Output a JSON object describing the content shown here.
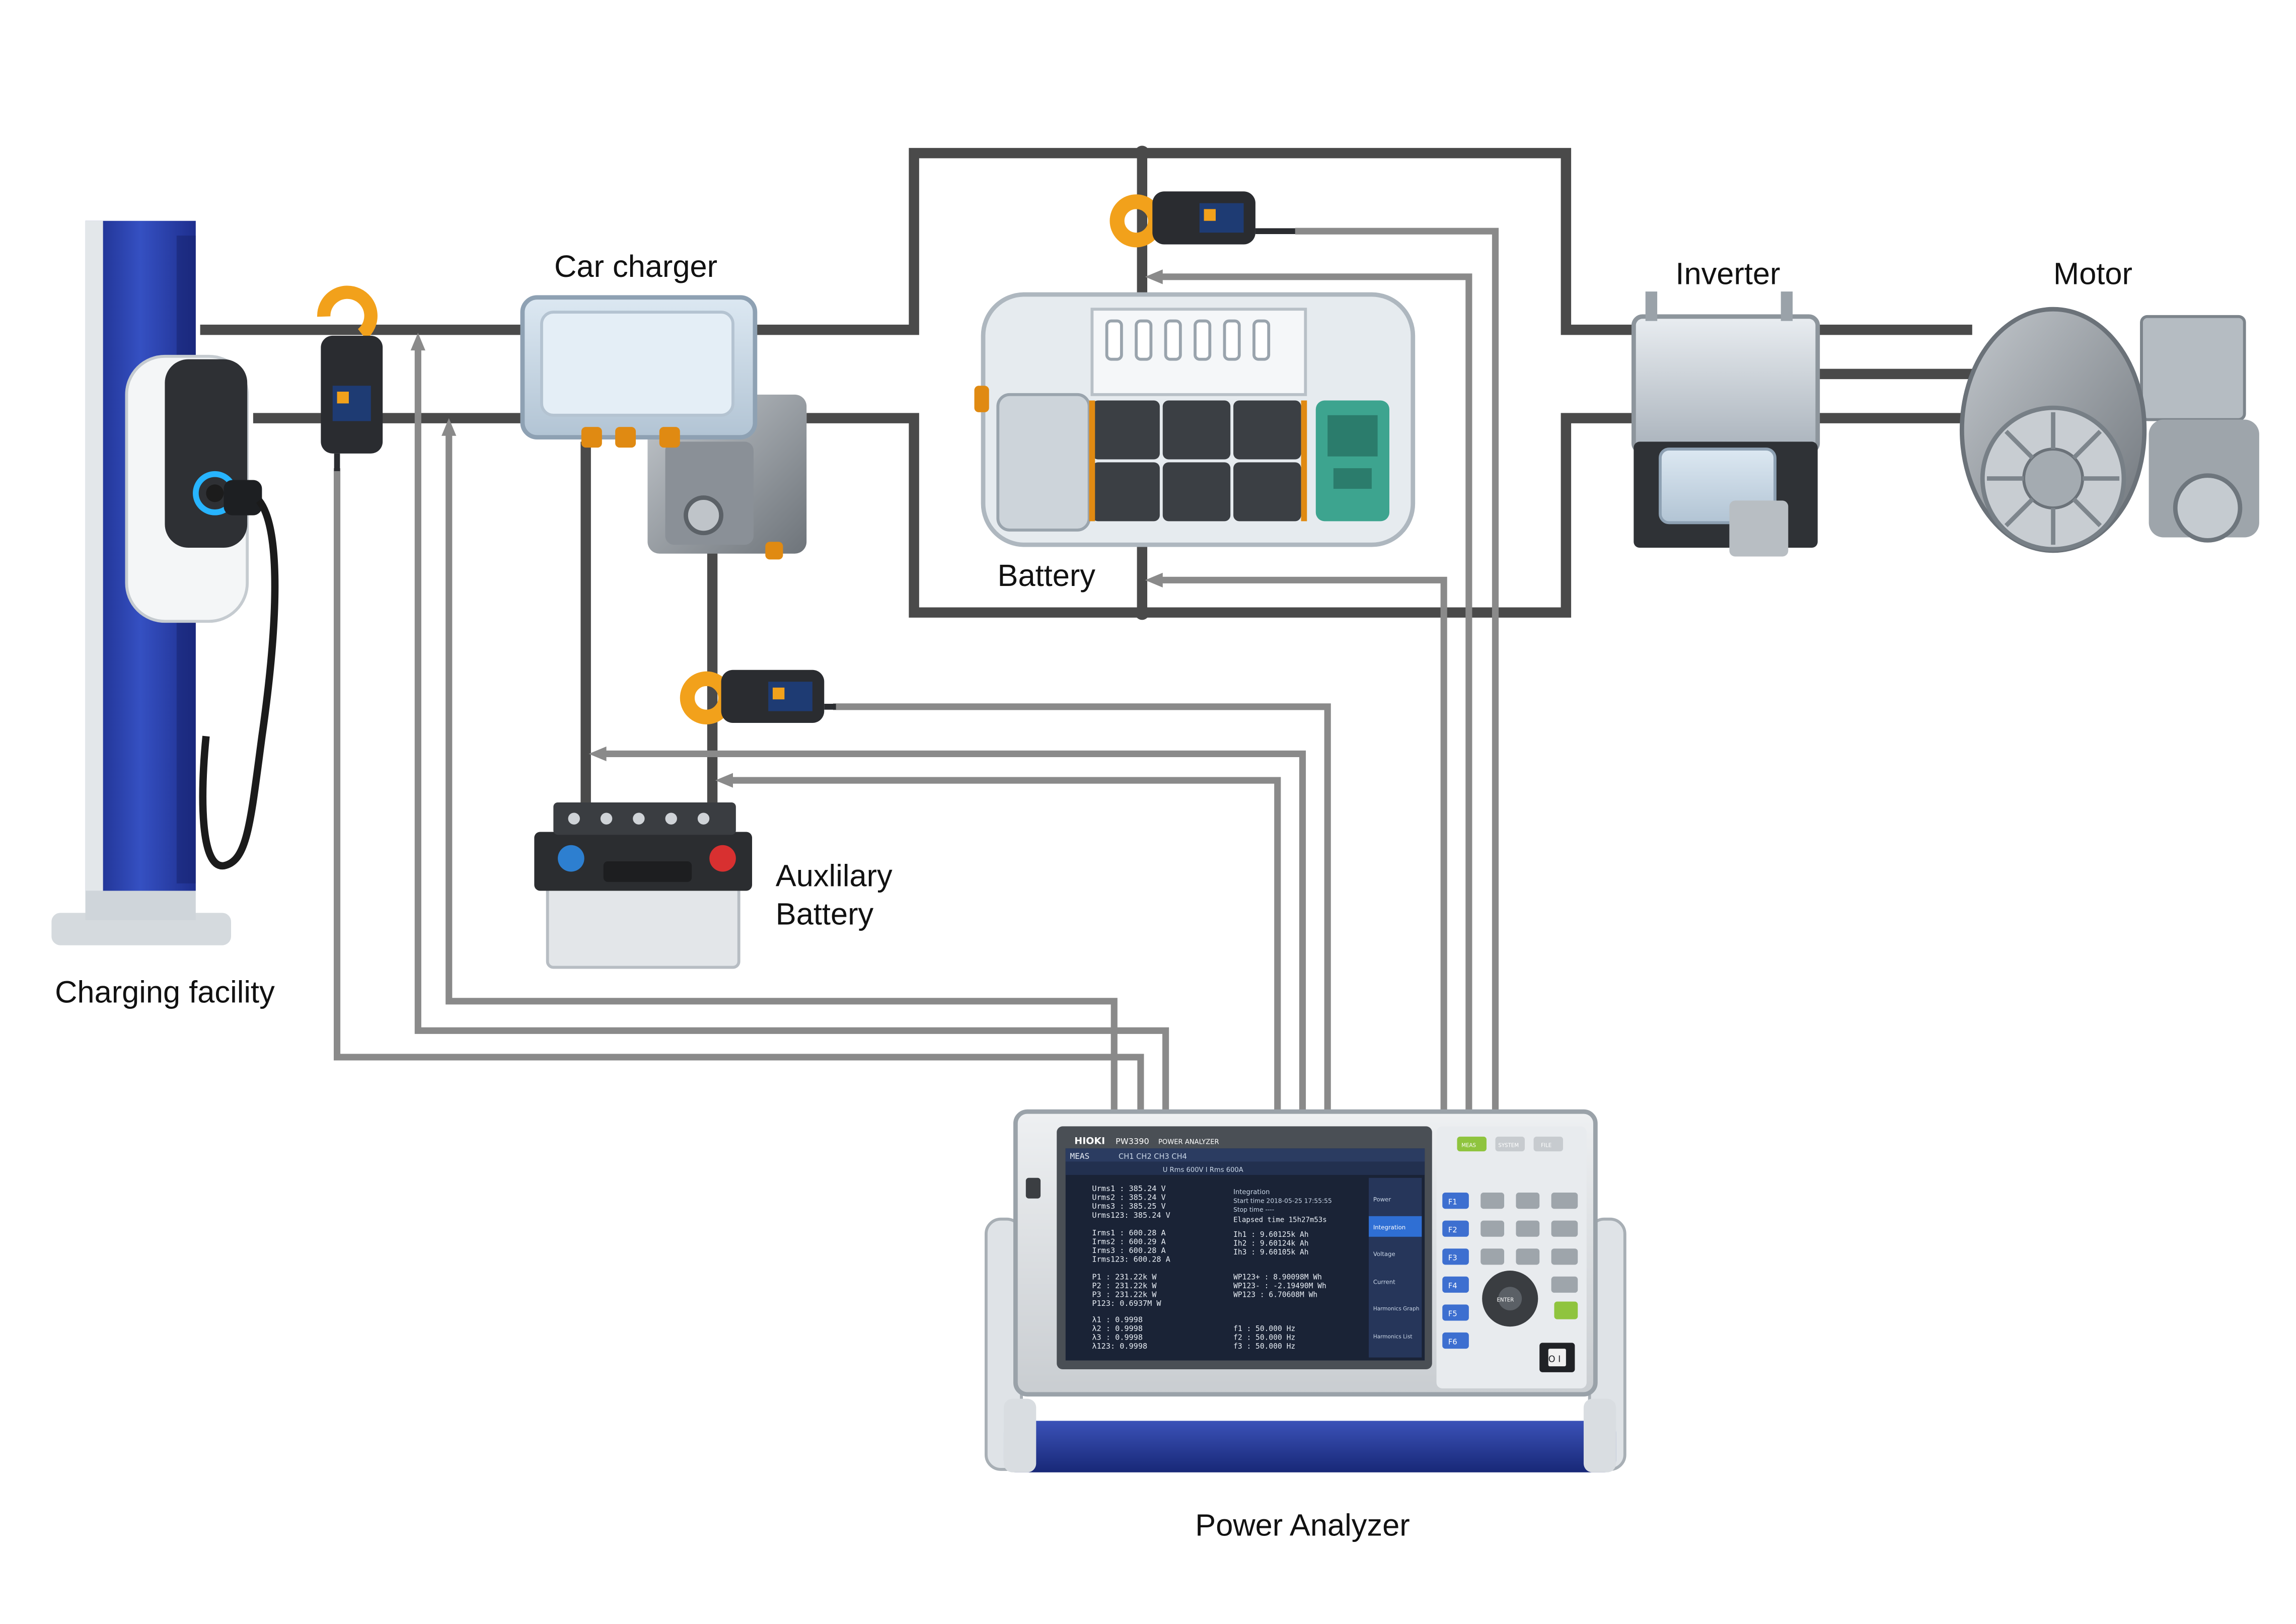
{
  "labels": {
    "charging_facility": "Charging facility",
    "car_charger": "Car charger",
    "battery": "Battery",
    "inverter": "Inverter",
    "motor": "Motor",
    "aux_battery_line1": "Auxlilary",
    "aux_battery_line2": "Battery",
    "power_analyzer": "Power Analyzer"
  },
  "analyzer": {
    "brand": "HIOKI",
    "model": "PW3390",
    "model_desc": "POWER ANALYZER",
    "header": "MEAS",
    "channels": "CH1  CH2  CH3  CH4",
    "range_info": "U Rms 600V   I Rms 600A",
    "voltage_rows": [
      "Urms1 :  385.24  V",
      "Urms2 :  385.24  V",
      "Urms3 :  385.25  V",
      "Urms123:  385.24  V"
    ],
    "current_rows": [
      "Irms1 :  600.28  A",
      "Irms2 :  600.29  A",
      "Irms3 :  600.28  A",
      "Irms123:  600.28  A"
    ],
    "power_rows": [
      "P1  :  231.22k W",
      "P2  :  231.22k W",
      "P3  :  231.22k W",
      "P123:  0.6937M W"
    ],
    "pf_rows": [
      "λ1  :  0.9998",
      "λ2  :  0.9998",
      "λ3  :  0.9998",
      "λ123:  0.9998"
    ],
    "integration_title": "Integration",
    "integration_rows": [
      "Start time  2018-05-25  17:55:55",
      "Stop time   ----",
      "Elapsed time   15h27m53s"
    ],
    "ah_rows": [
      "Ih1  :  9.60125k Ah",
      "Ih2  :  9.60124k Ah",
      "Ih3  :  9.60105k Ah"
    ],
    "wp_rows": [
      "WP123+ :  8.90098M Wh",
      "WP123- : -2.19490M Wh",
      "WP123  :  6.70608M Wh"
    ],
    "freq_rows": [
      "f1  :  50.000  Hz",
      "f2  :  50.000  Hz",
      "f3  :  50.000  Hz"
    ],
    "side_menu": [
      "Power",
      "Integration",
      "Voltage",
      "Current",
      "Harmonics Graph",
      "Harmonics List"
    ],
    "f_keys": [
      "F1",
      "F2",
      "F3",
      "F4",
      "F5",
      "F6"
    ],
    "mode_keys": [
      "MEAS",
      "SYSTEM",
      "FILE"
    ],
    "enter_label": "ENTER",
    "power_switch": "O I"
  },
  "colors": {
    "station_blue": "#2a3fa6",
    "clamp_orange": "#f2a11b",
    "analyzer_handle": "#24389a",
    "screen_bg": "#1a2336",
    "battery_cell": "#3b3f44",
    "aux_terminal_pos": "#d83030",
    "aux_terminal_neg": "#2d7fd0"
  }
}
